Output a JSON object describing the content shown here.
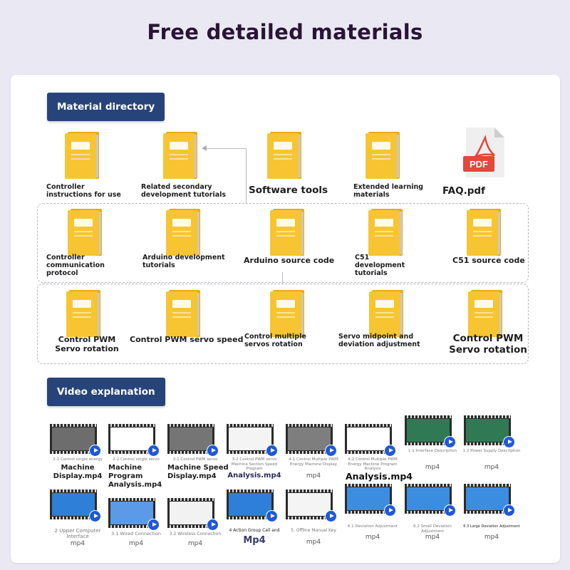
{
  "page_title": "Free detailed materials",
  "section_materials": {
    "label": "Material directory"
  },
  "section_videos": {
    "label": "Video explanation"
  },
  "pdf_caption": "PDF",
  "folders_row1": [
    {
      "label": "Controller instructions for use",
      "icon": "folder-icon"
    },
    {
      "label": "Related secondary development tutorials",
      "icon": "folder-icon"
    },
    {
      "label": "Software tools",
      "icon": "folder-icon"
    },
    {
      "label": "Extended learning materials",
      "icon": "folder-icon"
    },
    {
      "label": "FAQ.pdf",
      "icon": "pdf-icon"
    }
  ],
  "folders_row2": [
    {
      "label": "Controller communication protocol"
    },
    {
      "label": "Arduino development tutorials"
    },
    {
      "label": "Arduino source code"
    },
    {
      "label": "C51 development tutorials"
    },
    {
      "label": "C51 source code"
    }
  ],
  "folders_row3": [
    {
      "label": "Control PWM Servo rotation"
    },
    {
      "label": "Control PWM servo speed"
    },
    {
      "label": "Control multiple servos rotation"
    },
    {
      "label": "Servo midpoint and deviation adjustment"
    },
    {
      "label": "Control PWM Servo rotation"
    }
  ],
  "videos_row1": [
    {
      "caption": "2-1 Control single energy",
      "sub": "Machine Display.mp4"
    },
    {
      "caption": "2-2 Control single servo",
      "sub": "Machine Program Analysis.mp4"
    },
    {
      "caption": "3-1 Control PWM servo",
      "sub": "Machine Speed Display.mp4"
    },
    {
      "caption": "3-2 Control PWM servo Machine Section Speed Program",
      "sub": "Analysis.mp4"
    },
    {
      "caption": "4-1 Control Multiple PWM Energy Machine Display",
      "sub": "mp4"
    },
    {
      "caption": "4-2 Control Multiple PWM Energy Machine Program Analysis",
      "sub": "Analysis.mp4"
    },
    {
      "caption": "1.1 Interface Description",
      "sub": "mp4"
    },
    {
      "caption": "1.2 Power Supply Description",
      "sub": "mp4"
    }
  ],
  "videos_row2": [
    {
      "caption": "2 Upper Computer Interface",
      "sub": "mp4"
    },
    {
      "caption": "3.1 Wired Connection",
      "sub": "mp4"
    },
    {
      "caption": "3.2 Wireless Connection",
      "sub": "mp4"
    },
    {
      "caption": "4 Action Group Call and",
      "sub": "Mp4"
    },
    {
      "caption": "5. Offline Manual Key",
      "sub": "mp4"
    },
    {
      "caption": "6.1 Deviation Adjustment",
      "sub": "mp4"
    },
    {
      "caption": "6.2 Small Deviation Adjustment",
      "sub": "mp4"
    },
    {
      "caption": "6.3 Large Deviation Adjustment",
      "sub": "mp4"
    }
  ],
  "colors": {
    "accent": "#27447a",
    "folder": "#f7c531",
    "folder_dark": "#e9ab18",
    "pdf_red": "#e4473c",
    "play_blue": "#1f58d9"
  }
}
